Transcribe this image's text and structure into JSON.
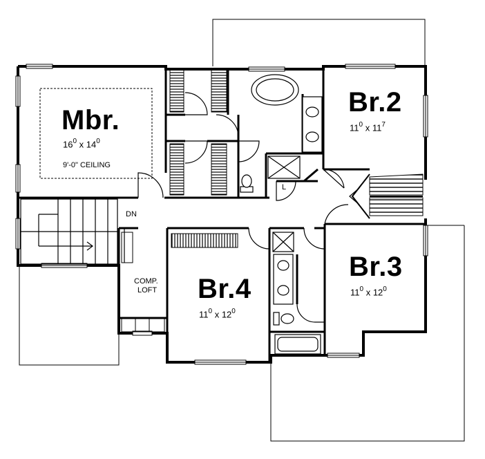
{
  "rooms": {
    "mbr": {
      "name": "Mbr.",
      "w_ft": "16",
      "w_in": "0",
      "d_ft": "14",
      "d_in": "0",
      "note": "9'-0\" CEILING"
    },
    "br2": {
      "name": "Br.2",
      "w_ft": "11",
      "w_in": "0",
      "d_ft": "11",
      "d_in": "7"
    },
    "br3": {
      "name": "Br.3",
      "w_ft": "11",
      "w_in": "0",
      "d_ft": "12",
      "d_in": "0"
    },
    "br4": {
      "name": "Br.4",
      "w_ft": "11",
      "w_in": "0",
      "d_ft": "12",
      "d_in": "0"
    }
  },
  "labels": {
    "stair_dn": "DN",
    "comp_line1": "COMP.",
    "comp_line2": "LOFT",
    "linen": "L",
    "dim_sep": "x"
  }
}
